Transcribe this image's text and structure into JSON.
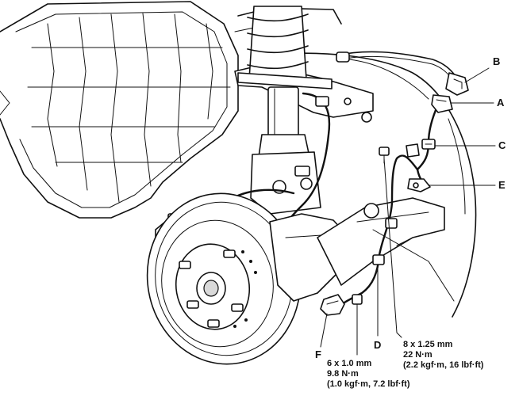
{
  "callouts": {
    "a": "A",
    "b": "B",
    "c": "C",
    "d": "D",
    "e": "E",
    "f": "F"
  },
  "torque_specs": {
    "large_bolt": {
      "size": "8 x 1.25 mm",
      "torque_nm": "22 N·m",
      "torque_alt": "(2.2 kgf·m, 16 lbf·ft)"
    },
    "small_bolt": {
      "size": "6 x 1.0 mm",
      "torque_nm": "9.8 N·m",
      "torque_alt": "(1.0 kgf·m, 7.2 lbf·ft)"
    }
  }
}
